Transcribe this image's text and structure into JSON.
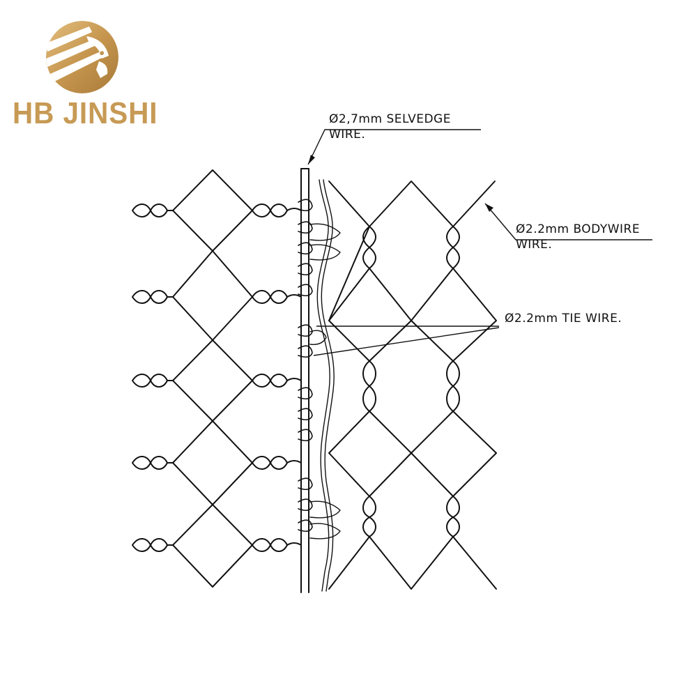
{
  "brand": {
    "name": "HB JINSHI",
    "logo_icon": "gold-lion-emblem-icon",
    "color": "#c79a55"
  },
  "labels": {
    "selvedge": {
      "line1": "Ø2,7mm SELVEDGE",
      "line2": "WIRE."
    },
    "bodywire": {
      "line1": "Ø2.2mm BODYWIRE",
      "line2": "WIRE."
    },
    "tiewire": {
      "line1": "Ø2.2mm TIE WIRE."
    }
  },
  "colors": {
    "ink": "#111111",
    "background": "#ffffff"
  }
}
